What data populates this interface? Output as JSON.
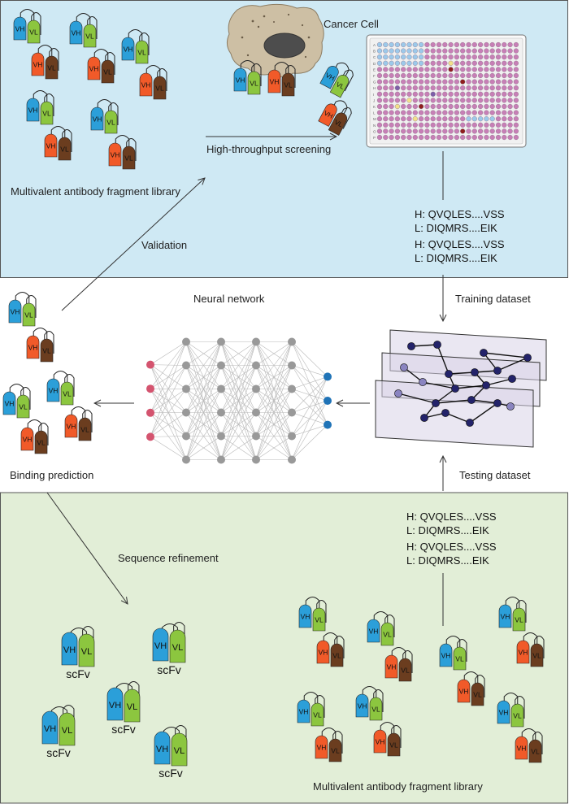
{
  "labels": {
    "cancer_cell": "Cancer Cell",
    "library_top": "Multivalent antibody fragment library",
    "library_bottom": "Multivalent antibody fragment library",
    "screening": "High-throughput screening",
    "validation": "Validation",
    "training": "Training dataset",
    "testing": "Testing dataset",
    "neural_network": "Neural network",
    "binding_prediction": "Binding prediction",
    "sequence_refinement": "Sequence refinement"
  },
  "domain_labels": {
    "heavy": "VH",
    "light": "VL",
    "scfv": "scFv"
  },
  "sequences_top": [
    {
      "h": "H: QVQLES....VSS",
      "l": "L: DIQMRS....EIK"
    },
    {
      "h": "H: QVQLES....VSS",
      "l": "L: DIQMRS....EIK"
    }
  ],
  "sequences_bottom": [
    {
      "h": "H: QVQLES....VSS",
      "l": "L: DIQMRS....EIK"
    },
    {
      "h": "H: QVQLES....VSS",
      "l": "L: DIQMRS....EIK"
    }
  ],
  "plate": {
    "row_letters": [
      "A",
      "B",
      "C",
      "D",
      "E",
      "F",
      "G",
      "H",
      "I",
      "J",
      "K",
      "L",
      "M",
      "N",
      "O",
      "P"
    ],
    "column_count": 24
  },
  "neural_network": {
    "layer_sizes": [
      4,
      6,
      6,
      6,
      6,
      3
    ]
  },
  "colors": {
    "top_panel": "#cfe9f4",
    "bottom_panel": "#e2eed7",
    "vh_blue": "#2b9fd9",
    "vl_green": "#8cc63f",
    "vh_orange": "#f15a29",
    "vl_brown": "#6b3d1f",
    "nn_input": "#d4546f",
    "nn_hidden": "#999999",
    "nn_output": "#1f73b7",
    "well_pink": "#c77fb6",
    "well_blue": "#9cc9ea",
    "graph_node": "#23236a",
    "graph_plane": "#d9d3e8"
  }
}
